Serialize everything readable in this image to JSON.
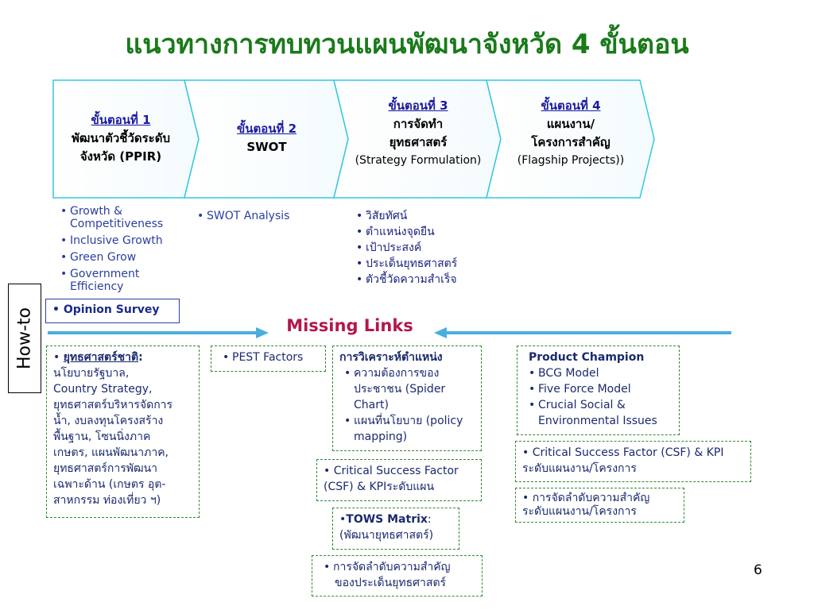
{
  "title": "แนวทางการทบทวนแผนพัฒนาจังหวัด 4 ขั้นตอน",
  "steps": [
    {
      "num": "ขั้นตอนที่ 1",
      "line1": "พัฒนาตัวชี้วัดระดับ",
      "line2": "จังหวัด (PPIR)"
    },
    {
      "num": "ขั้นตอนที่ 2",
      "line1": "SWOT"
    },
    {
      "num": "ขั้นตอนที่ 3",
      "line1": "การจัดทำ",
      "line2": "ยุทธศาสตร์",
      "en": "(Strategy Formulation)"
    },
    {
      "num": "ขั้นตอนที่ 4",
      "line1": "แผนงาน/",
      "line2": "โครงการสำคัญ",
      "en": "(Flagship Projects))"
    }
  ],
  "step1_list": [
    "Growth & Competitiveness",
    "Inclusive Growth",
    "Green Grow",
    "Government Efficiency"
  ],
  "step2_list": [
    "SWOT Analysis"
  ],
  "step3_list": [
    "วิสัยทัศน์",
    "ตำแหน่งจุดยืน",
    "เป้าประสงค์",
    "ประเด็นยุทธศาสตร์",
    "ตัวชี้วัดความสำเร็จ"
  ],
  "opinion_survey": "• Opinion Survey",
  "howto": "How-to",
  "missing_links": "Missing Links",
  "box_national": {
    "bullet": "• ",
    "heading": "ยุทธศาสตร์ชาติ",
    "colon": ":",
    "lines": [
      "นโยบายรัฐบาล,",
      "Country Strategy,",
      "ยุทธศาสตร์บริหารจัดการ",
      "น้ำ, งบลงทุนโครงสร้าง",
      "พื้นฐาน, โซนนิ่งภาค",
      "เกษตร, แผนพัฒนาภาค,",
      "ยุทธศาสตร์การพัฒนา",
      "เฉพาะด้าน (เกษตร อุต-",
      "สาหกรรม ท่องเที่ยว ฯ)"
    ]
  },
  "box_pest": "PEST Factors",
  "box_position": {
    "heading": "การวิเคราะห์ตำแหน่ง",
    "items": [
      "ความต้องการของประชาชน (Spider Chart)",
      "แผนที่นโยบาย (policy mapping)"
    ]
  },
  "box_csf_plan": {
    "line1": "• Critical Success Factor",
    "line2": "(CSF) & KPIระดับแผน"
  },
  "box_tows": {
    "prefix": "•",
    "bold": "TOWS Matrix",
    "suffix": ":",
    "line2": "(พัฒนายุทธศาสตร์)"
  },
  "box_priority_issue": {
    "line1": "การจัดลำดับความสำคัญ",
    "line2": "ของประเด็นยุทธศาสตร์"
  },
  "box_product": {
    "heading": "Product Champion",
    "items": [
      "BCG Model",
      "Five Force Model",
      "Crucial Social & Environmental Issues"
    ]
  },
  "box_csf_project": {
    "line1": "• Critical Success Factor (CSF) & KPI",
    "line2": "ระดับแผนงาน/โครงการ"
  },
  "box_priority_project": {
    "line1": "•  การจัดลำดับความสำคัญ",
    "line2": "ระดับแผนงาน/โครงการ"
  },
  "page_number": "6",
  "colors": {
    "title": "#1a7a1a",
    "chevron_border": "#33c7e0",
    "missing": "#b3174b",
    "arrow": "#4aaedc",
    "dashed": "#2e8b2e"
  }
}
